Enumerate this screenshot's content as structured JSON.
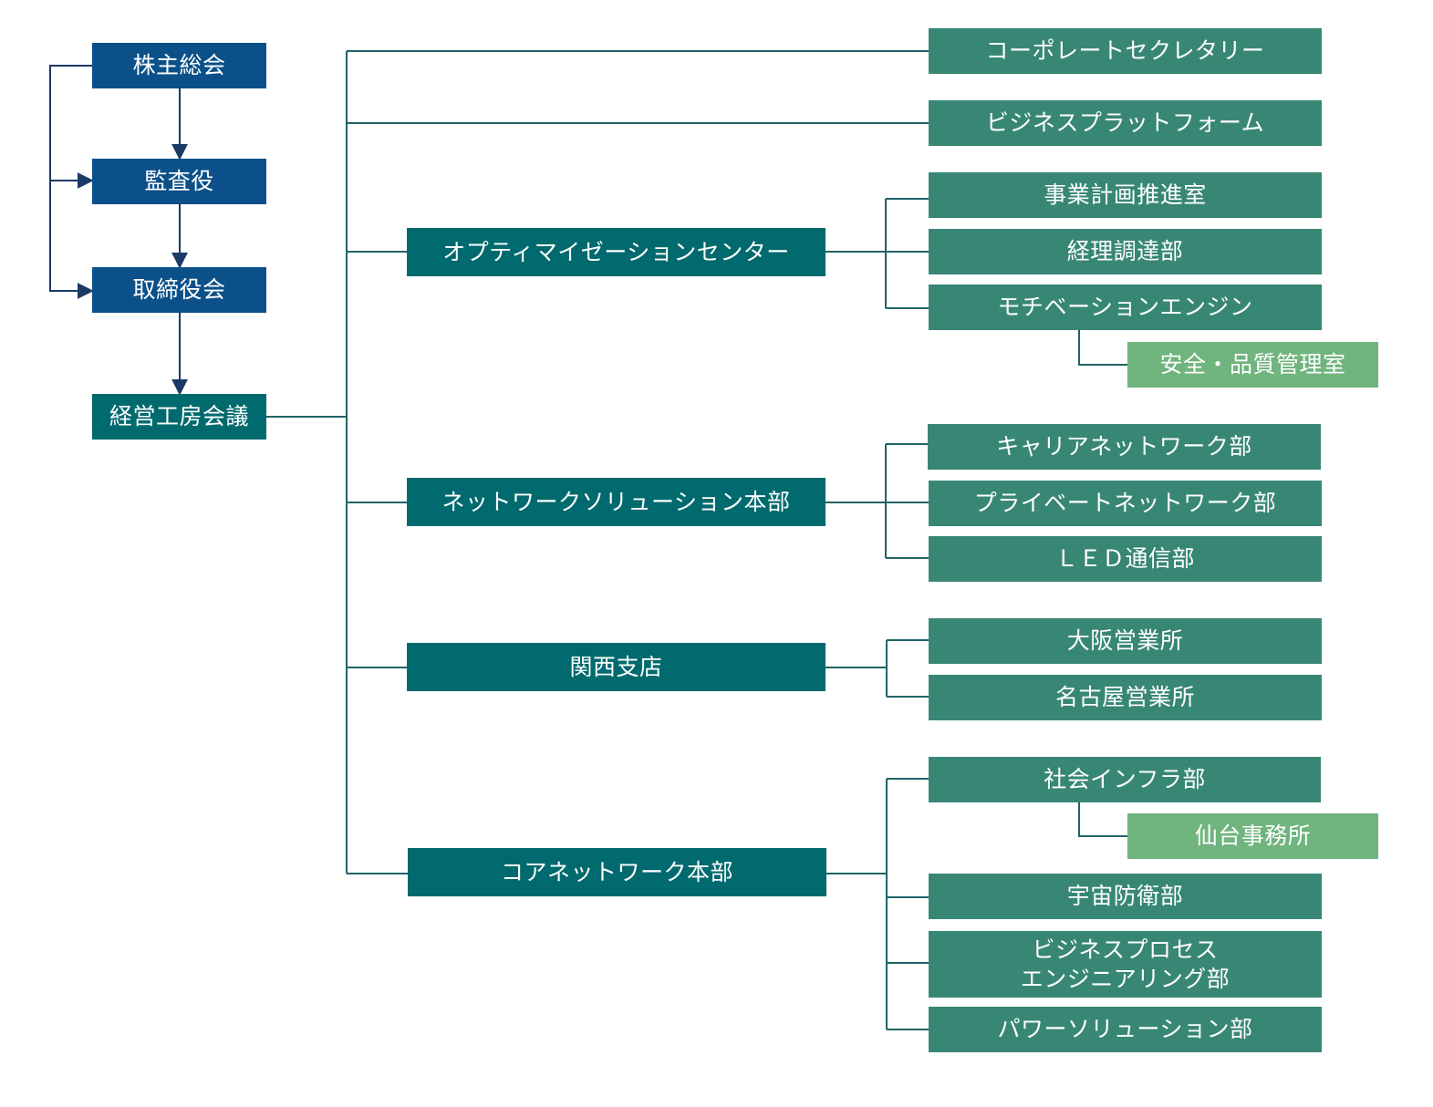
{
  "colors": {
    "governance": "#0b5089",
    "division": "#006a6e",
    "department": "#388775",
    "sub_unit": "#70b47e",
    "connector": "#1f6468",
    "arrow": "#1b3a66"
  },
  "governance": {
    "shareholders": "株主総会",
    "auditor": "監査役",
    "board": "取締役会",
    "management": "経営工房会議"
  },
  "direct_units": {
    "corporate_secretary": "コーポレートセクレタリー",
    "business_platform": "ビジネスプラットフォーム"
  },
  "optimization": {
    "label": "オプティマイゼーションセンター",
    "planning": "事業計画推進室",
    "procurement": "経理調達部",
    "motivation": "モチベーションエンジン",
    "safety": "安全・品質管理室"
  },
  "network_solution": {
    "label": "ネットワークソリューション本部",
    "carrier": "キャリアネットワーク部",
    "private": "プライベートネットワーク部",
    "led": "ＬＥＤ通信部"
  },
  "kansai": {
    "label": "関西支店",
    "osaka": "大阪営業所",
    "nagoya": "名古屋営業所"
  },
  "core_network": {
    "label": "コアネットワーク本部",
    "infra": "社会インフラ部",
    "sendai": "仙台事務所",
    "space": "宇宙防衛部",
    "bpe": "ビジネスプロセス\nエンジニアリング部",
    "power": "パワーソリューション部"
  }
}
